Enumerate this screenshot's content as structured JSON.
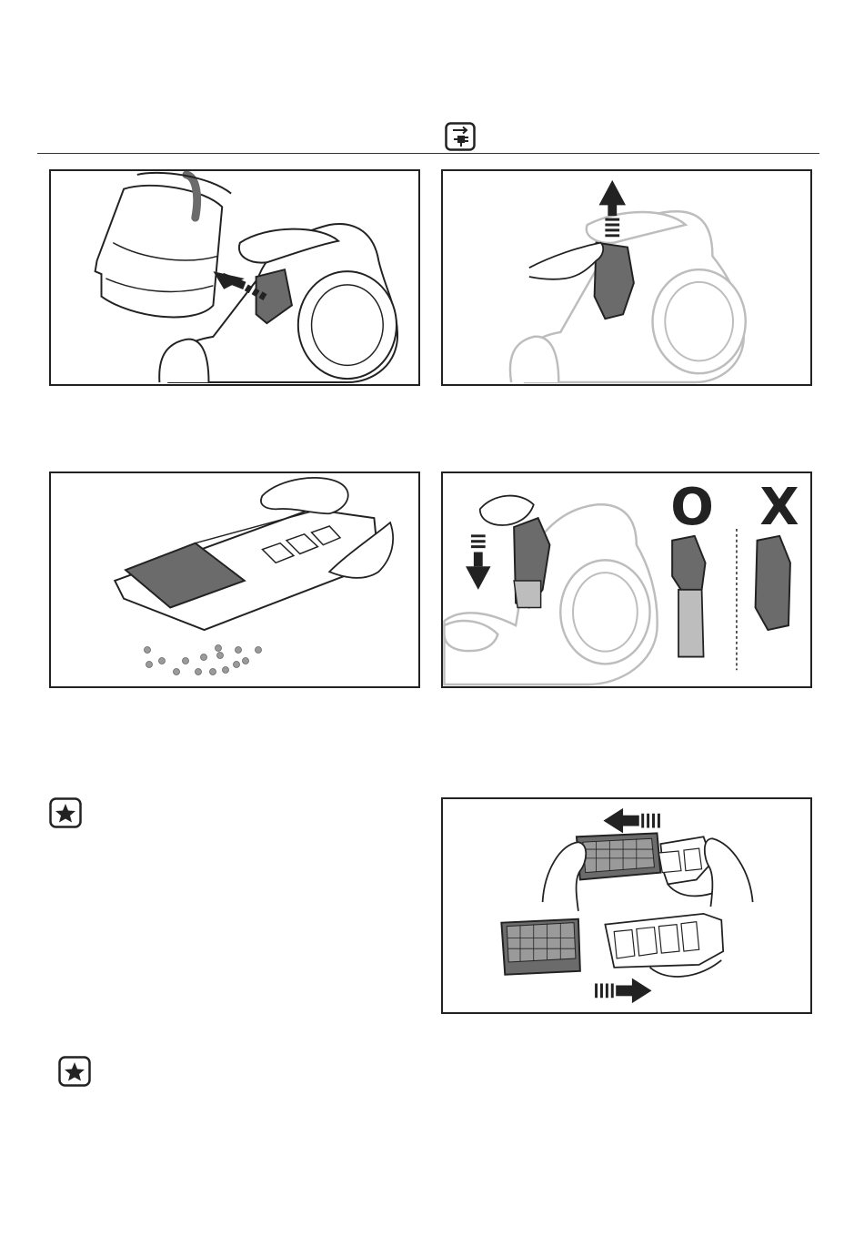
{
  "header": {
    "icon": "unplug-icon"
  },
  "panels": [
    {
      "name": "remove-dust-container",
      "icon": "arrow-up-left-icon"
    },
    {
      "name": "lift-filter-out",
      "icon": "arrow-up-icon"
    },
    {
      "name": "tap-filter-clean",
      "icon": "dust-particles-icon"
    },
    {
      "name": "reinsert-filter",
      "icon": "arrow-down-icon",
      "correct_mark": "O",
      "incorrect_mark": "X"
    },
    {
      "name": "replace-exhaust-filter",
      "icon": "arrow-left-right-icon"
    }
  ],
  "notes": [
    {
      "icon": "star-icon"
    },
    {
      "icon": "star-icon"
    }
  ],
  "colors": {
    "line": "#222222",
    "grey_fill": "#6b6b6b",
    "light_grey": "#bdbdbd",
    "dust_dot": "#9a9a9a"
  }
}
